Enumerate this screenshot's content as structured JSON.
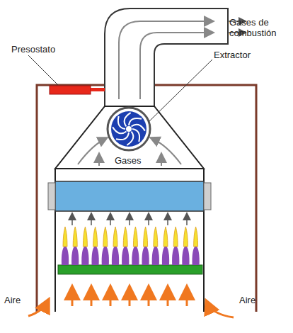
{
  "diagram": {
    "labels": [
      "Presostato",
      "Gases de combustión",
      "Extractor",
      "Gases",
      "Aire",
      "Aire"
    ]
  }
}
